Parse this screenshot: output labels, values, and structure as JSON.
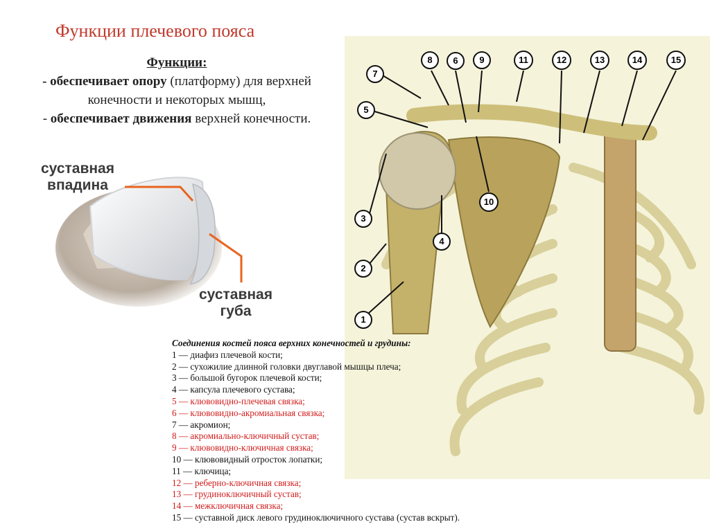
{
  "slide": {
    "title": "Функции плечевого пояса",
    "functions": {
      "heading": "Функции:",
      "line1_bold": "- обеспечивает опору",
      "line1_rest": " (платформу) для верхней конечности и некоторых мышц,",
      "line2_prefix": "- ",
      "line2_bold": "обеспечивает движения",
      "line2_rest": " верхней конечности."
    }
  },
  "joint_image": {
    "label_socket": "суставная впадина",
    "label_lip": "суставная губа",
    "colors": {
      "pointer": "#e8641e",
      "cartilage": "#eef0f2"
    }
  },
  "anatomy": {
    "markers": [
      "1",
      "2",
      "3",
      "4",
      "5",
      "6",
      "7",
      "8",
      "9",
      "10",
      "11",
      "12",
      "13",
      "14",
      "15"
    ]
  },
  "legend": {
    "title": "Соединения костей пояса верхних конечностей и грудины:",
    "items": [
      {
        "text": "1 — диафиз плечевой кости;",
        "color": "black"
      },
      {
        "text": "2 — сухожилие длинной головки двуглавой мышцы плеча;",
        "color": "black"
      },
      {
        "text": "3 — большой бугорок плечевой кости;",
        "color": "black"
      },
      {
        "text": "4 — капсула плечевого сустава;",
        "color": "black"
      },
      {
        "text": "5 — клювовидно-плечевая связка;",
        "color": "red"
      },
      {
        "text": "6 — клювовидно-акромиальная связка;",
        "color": "red"
      },
      {
        "text": "7 — акромион;",
        "color": "black"
      },
      {
        "text": "8 — акромиально-ключичный сустав;",
        "color": "red"
      },
      {
        "text": "9 — клювовидно-ключичная связка;",
        "color": "red"
      },
      {
        "text": "10 — клювовидный отросток лопатки;",
        "color": "black"
      },
      {
        "text": "11 — ключица;",
        "color": "black"
      },
      {
        "text": "12 — реберно-ключичная связка;",
        "color": "red"
      },
      {
        "text": "13 — грудиноключичный сустав;",
        "color": "red"
      },
      {
        "text": "14 — межключичная связка;",
        "color": "red"
      },
      {
        "text": "15 — суставной диск левого грудиноключичного сустава (сустав вскрыт).",
        "color": "black"
      }
    ]
  }
}
